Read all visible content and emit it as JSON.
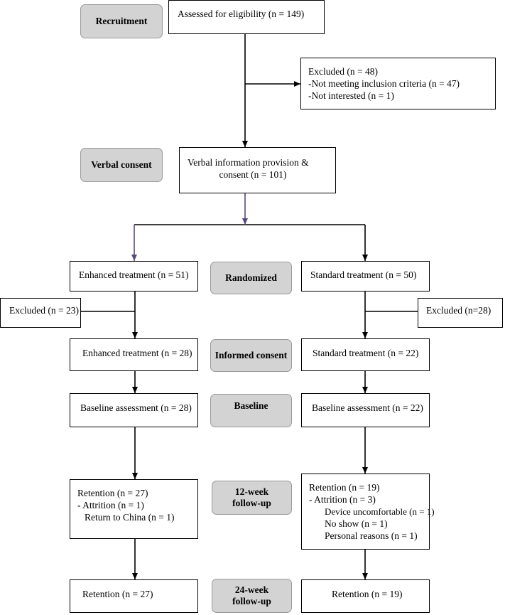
{
  "stages": {
    "recruitment": "Recruitment",
    "verbal_consent": "Verbal consent",
    "randomized": "Randomized",
    "informed_consent": "Informed consent",
    "baseline": "Baseline",
    "week12": [
      "12-week",
      "follow-up"
    ],
    "week24": [
      "24-week",
      "follow-up"
    ]
  },
  "boxes": {
    "eligibility": "Assessed for eligibility (n = 149)",
    "excluded_top": {
      "lines": [
        "Excluded (n = 48)",
        "-Not meeting inclusion criteria (n = 47)",
        "-Not interested (n = 1)"
      ]
    },
    "verbal_info": [
      "Verbal information provision &",
      "consent (n = 101)"
    ],
    "enhanced": {
      "randomized": "Enhanced treatment (n = 51)",
      "excluded": "Excluded (n = 23)",
      "consented": "Enhanced treatment (n = 28)",
      "baseline": "Baseline assessment (n = 28)",
      "week12": {
        "retention": "Retention (n = 27)",
        "attrition": "- Attrition (n = 1)",
        "reasons": [
          "Return to China (n = 1)"
        ]
      },
      "week24": "Retention (n = 27)"
    },
    "standard": {
      "randomized": "Standard treatment (n = 50)",
      "excluded": "Excluded (n=28)",
      "consented": "Standard treatment (n = 22)",
      "baseline": "Baseline assessment (n = 22)",
      "week12": {
        "retention": "Retention (n = 19)",
        "attrition": "- Attrition (n = 3)",
        "reasons": [
          "Device uncomfortable (n = 1)",
          "No show (n = 1)",
          "Personal reasons (n = 1)"
        ]
      },
      "week24": "Retention (n = 19)"
    }
  },
  "colors": {
    "stage_fill": "#d3d3d3",
    "arrow_main": "#000000",
    "arrow_purple": "#5a4a7a"
  }
}
